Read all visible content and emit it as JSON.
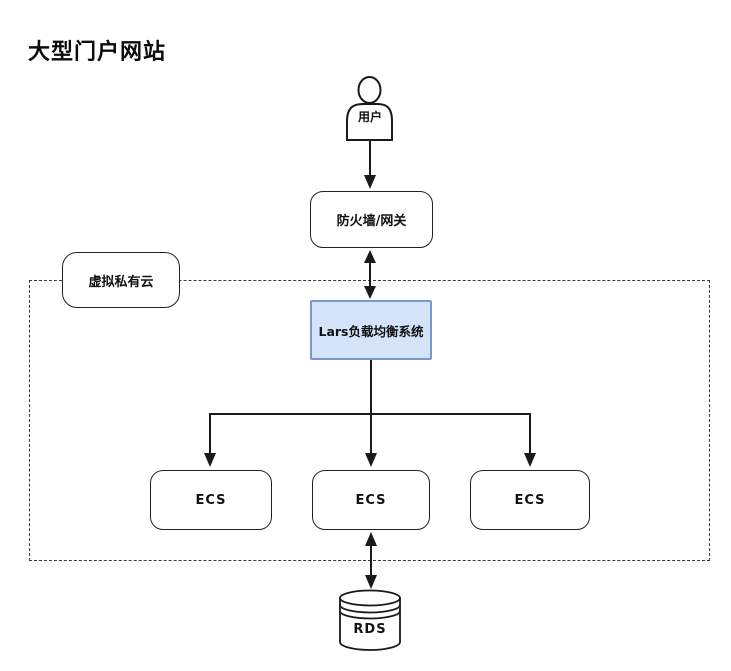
{
  "title": "大型门户网站",
  "nodes": {
    "user": {
      "label": "用户",
      "shape": "person"
    },
    "firewall": {
      "label": "防火墙/网关",
      "shape": "rounded-rect"
    },
    "vpc": {
      "label": "虚拟私有云",
      "shape": "rounded-rect-on-dashed-boundary"
    },
    "lars": {
      "label": "Lars负载均衡系统",
      "shape": "rect",
      "fill": "#d3e3f8",
      "border": "#7d97c9"
    },
    "ecs": [
      {
        "label": "ECS"
      },
      {
        "label": "ECS"
      },
      {
        "label": "ECS"
      }
    ],
    "rds": {
      "label": "RDS",
      "shape": "database-cylinder"
    }
  },
  "edges": [
    {
      "from": "user",
      "to": "firewall",
      "direction": "one-way-down"
    },
    {
      "from": "firewall",
      "to": "lars",
      "direction": "two-way"
    },
    {
      "from": "lars",
      "to": "ecs-1",
      "direction": "one-way-down"
    },
    {
      "from": "lars",
      "to": "ecs-2",
      "direction": "one-way-down"
    },
    {
      "from": "lars",
      "to": "ecs-3",
      "direction": "one-way-down"
    },
    {
      "from": "ecs-2",
      "to": "rds",
      "direction": "two-way"
    }
  ],
  "colors": {
    "line": "#1a1a1a",
    "box_border": "#222222",
    "dashed_boundary": "#3c3c3c",
    "lars_fill": "#d3e3f8",
    "lars_border": "#7d97c9",
    "background": "#ffffff"
  }
}
